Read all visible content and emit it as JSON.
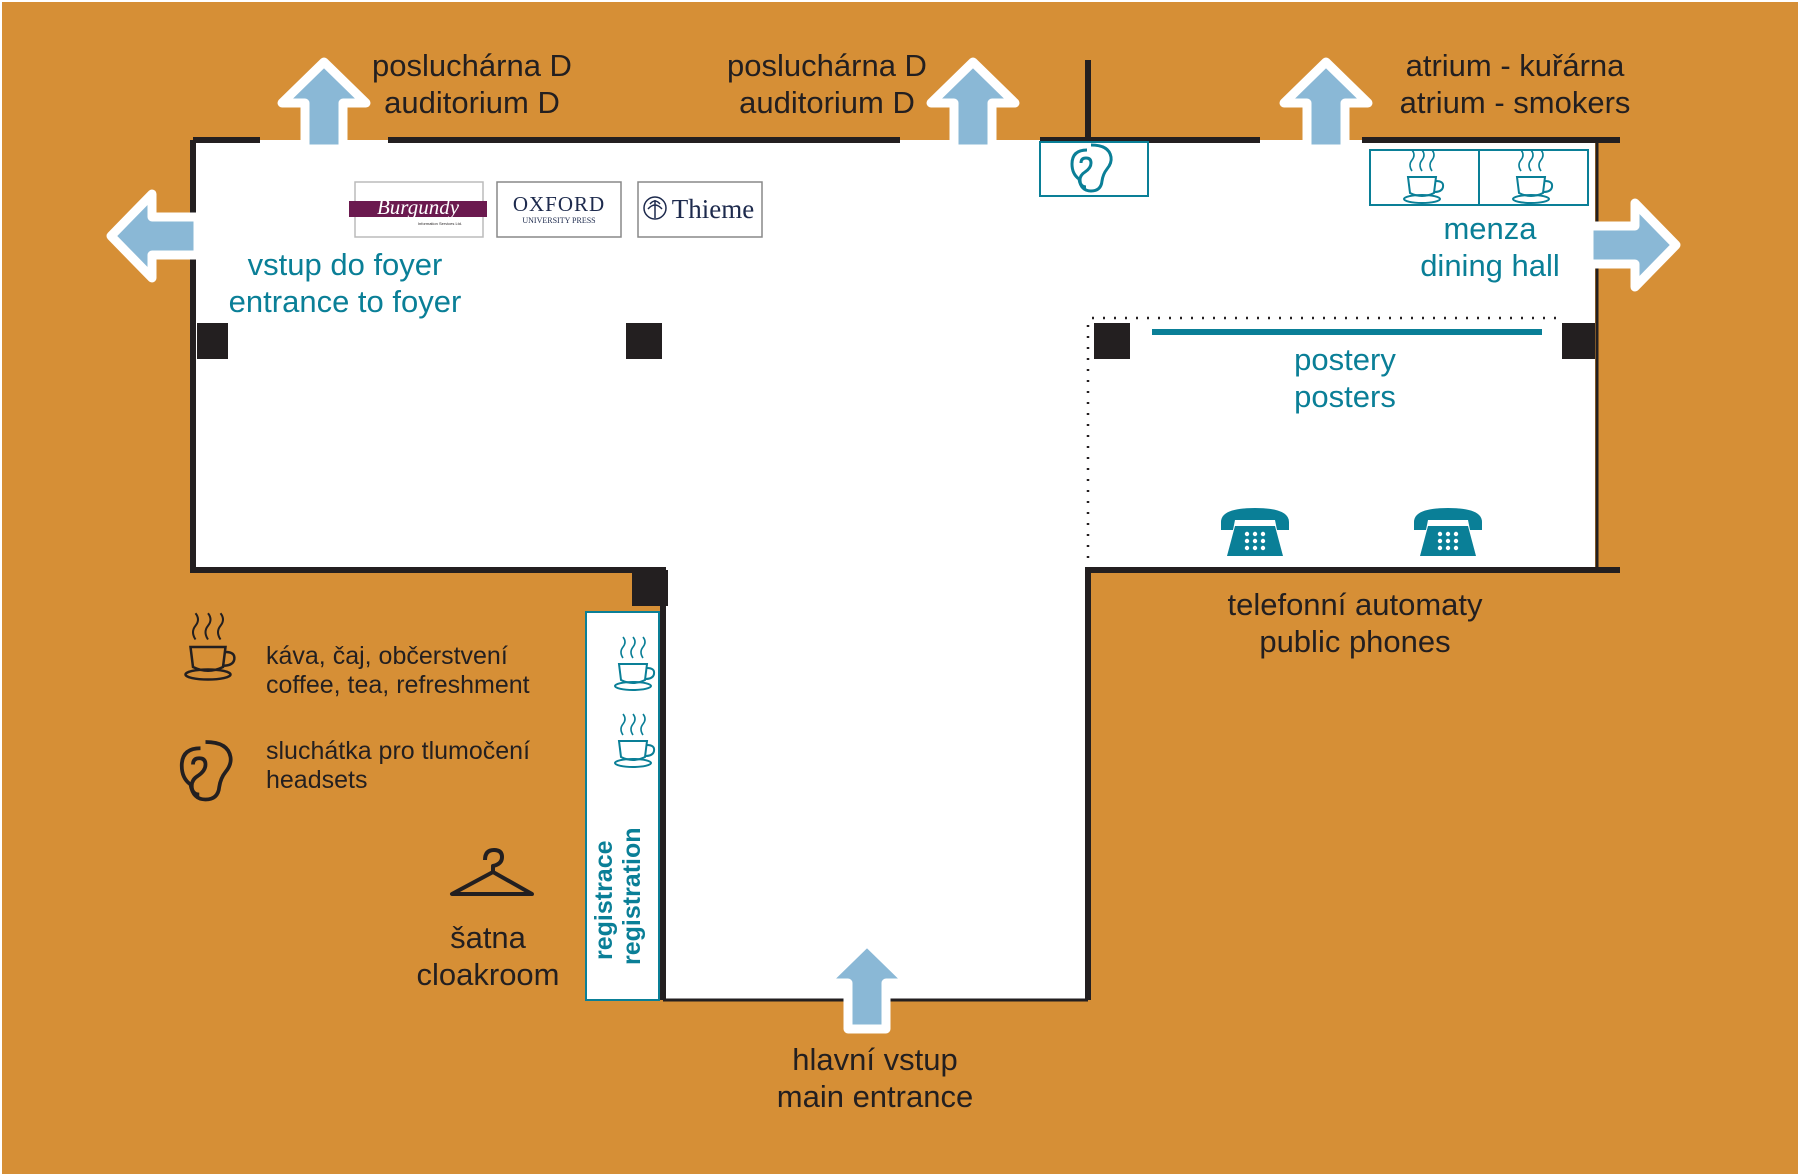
{
  "colors": {
    "background": "#d68f36",
    "floor": "#ffffff",
    "wall": "#231f20",
    "arrow": "#8ab8d6",
    "teal": "#0a7f97",
    "burgundy": "#6b1a4f",
    "oxford_blue": "#1d2a4d"
  },
  "exits": {
    "top_left": [
      "posluchárna D",
      "auditorium D"
    ],
    "top_mid": [
      "posluchárna D",
      "auditorium D"
    ],
    "top_right": [
      "atrium - kuřárna",
      "atrium - smokers"
    ],
    "main": [
      "hlavní vstup",
      "main entrance"
    ]
  },
  "areas": {
    "foyer": [
      "vstup do foyer",
      "entrance to foyer"
    ],
    "dining": [
      "menza",
      "dining hall"
    ],
    "posters": [
      "postery",
      "posters"
    ],
    "phones": [
      "telefonní automaty",
      "public phones"
    ],
    "cloakroom": [
      "šatna",
      "cloakroom"
    ],
    "registration": [
      "registrace",
      "registration"
    ]
  },
  "exhibitors": {
    "burgundy": "Burgundy",
    "burgundy_sub": "Information Services Ltd.",
    "oxford": "OXFORD",
    "oxford_sub": "UNIVERSITY PRESS",
    "thieme": "Thieme"
  },
  "legend": {
    "coffee": [
      "káva, čaj, občerstvení",
      "coffee, tea, refreshment"
    ],
    "headsets": [
      "sluchátka pro tlumočení",
      "headsets"
    ]
  },
  "icons": [
    "arrow-up-icon",
    "arrow-left-icon",
    "arrow-right-icon",
    "ear-icon",
    "coffee-cup-icon",
    "telephone-icon",
    "hanger-icon"
  ]
}
